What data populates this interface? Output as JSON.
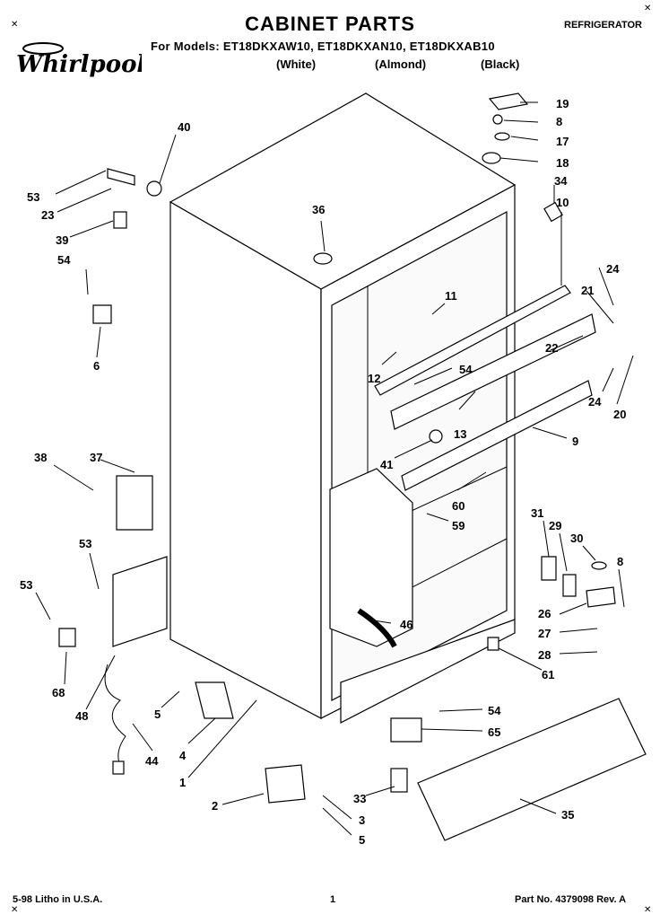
{
  "header": {
    "title": "CABINET PARTS",
    "category": "REFRIGERATOR",
    "models_line": "For Models: ET18DKXAW10, ET18DKXAN10, ET18DKXAB10",
    "colors": [
      "(White)",
      "(Almond)",
      "(Black)"
    ],
    "brand": "Whirlpool"
  },
  "footer": {
    "left": "5-98 Litho in U.S.A.",
    "page": "1",
    "part_no": "Part No. 4379098 Rev. A"
  },
  "callouts": [
    "1",
    "2",
    "3",
    "4",
    "5",
    "5",
    "6",
    "8",
    "8",
    "9",
    "10",
    "11",
    "12",
    "13",
    "17",
    "18",
    "19",
    "20",
    "21",
    "22",
    "23",
    "24",
    "24",
    "26",
    "27",
    "28",
    "29",
    "30",
    "31",
    "33",
    "34",
    "35",
    "36",
    "37",
    "38",
    "39",
    "40",
    "41",
    "44",
    "46",
    "48",
    "53",
    "53",
    "53",
    "54",
    "54",
    "54",
    "59",
    "60",
    "61",
    "65",
    "68"
  ]
}
